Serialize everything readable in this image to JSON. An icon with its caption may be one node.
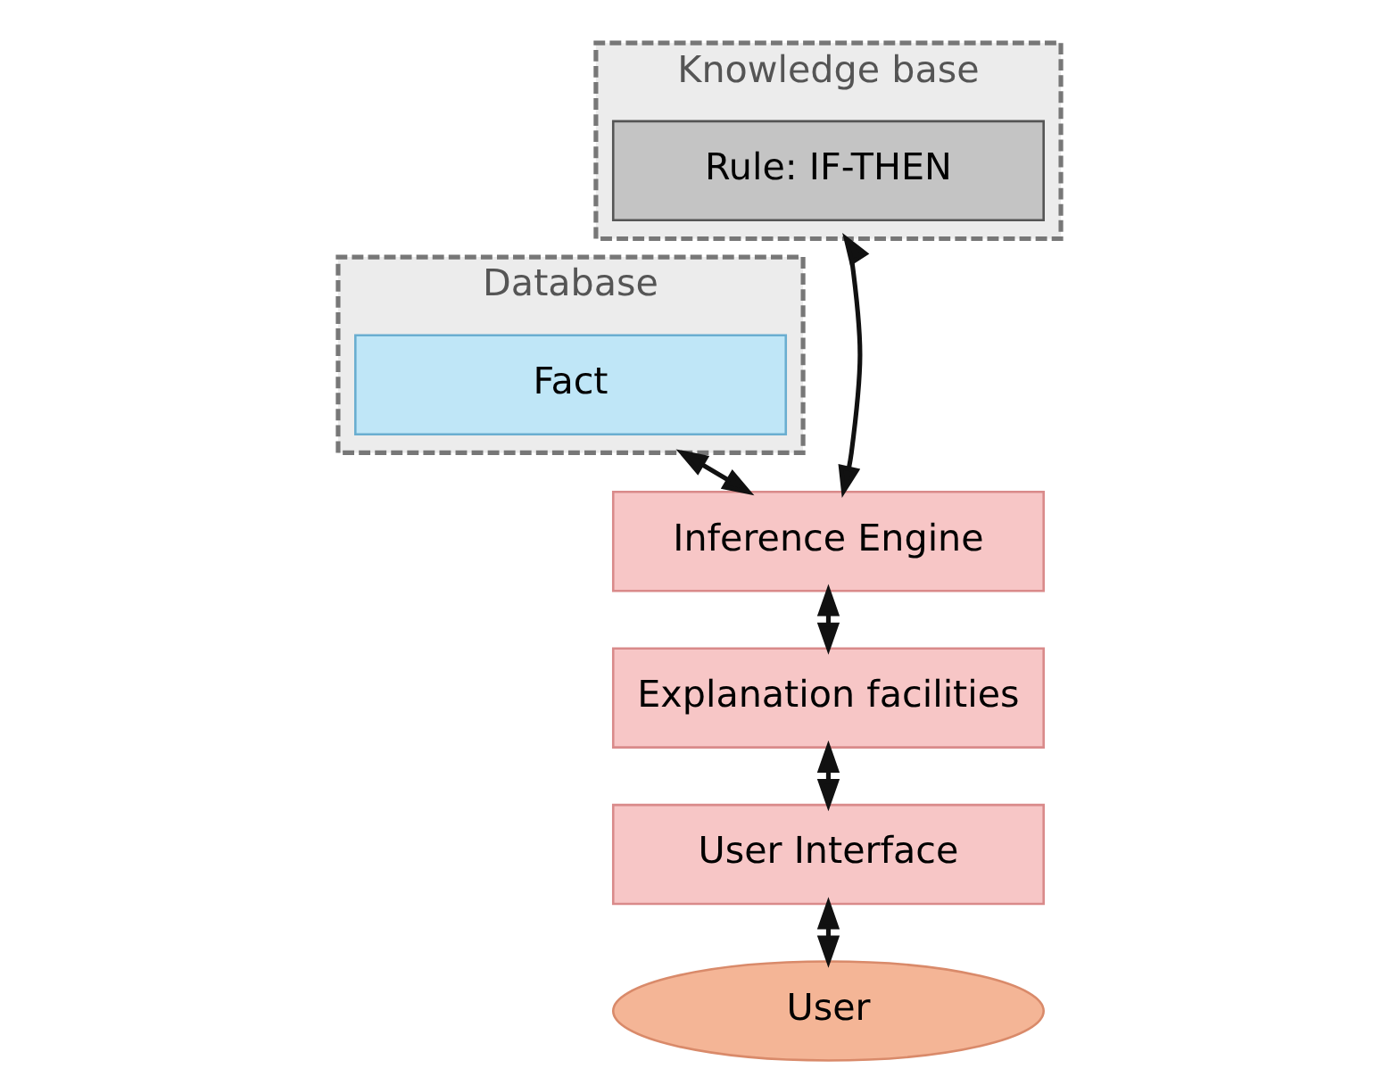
{
  "diagram": {
    "nodes": [
      {
        "text": [
          "Knowledge base"
        ]
      },
      {
        "text": [
          "Rule: IF-THEN"
        ],
        "in": 0
      },
      {
        "text": [
          "Database"
        ]
      },
      {
        "text": [
          "Fact"
        ],
        "in": 2
      },
      {
        "text": [
          "Inference Engine"
        ]
      },
      {
        "text": [
          "Explanation facilities"
        ]
      },
      {
        "text": [
          "User Interface"
        ]
      },
      {
        "text": [
          "User"
        ]
      }
    ],
    "edges": [
      {
        "from": 0,
        "to": 4,
        "arrow": "both"
      },
      {
        "from": 2,
        "to": 4,
        "arrow": "both"
      },
      {
        "from": 4,
        "to": 5,
        "arrow": "both"
      },
      {
        "from": 5,
        "to": 6,
        "arrow": "both"
      },
      {
        "from": 6,
        "to": 7,
        "arrow": "both"
      }
    ]
  }
}
